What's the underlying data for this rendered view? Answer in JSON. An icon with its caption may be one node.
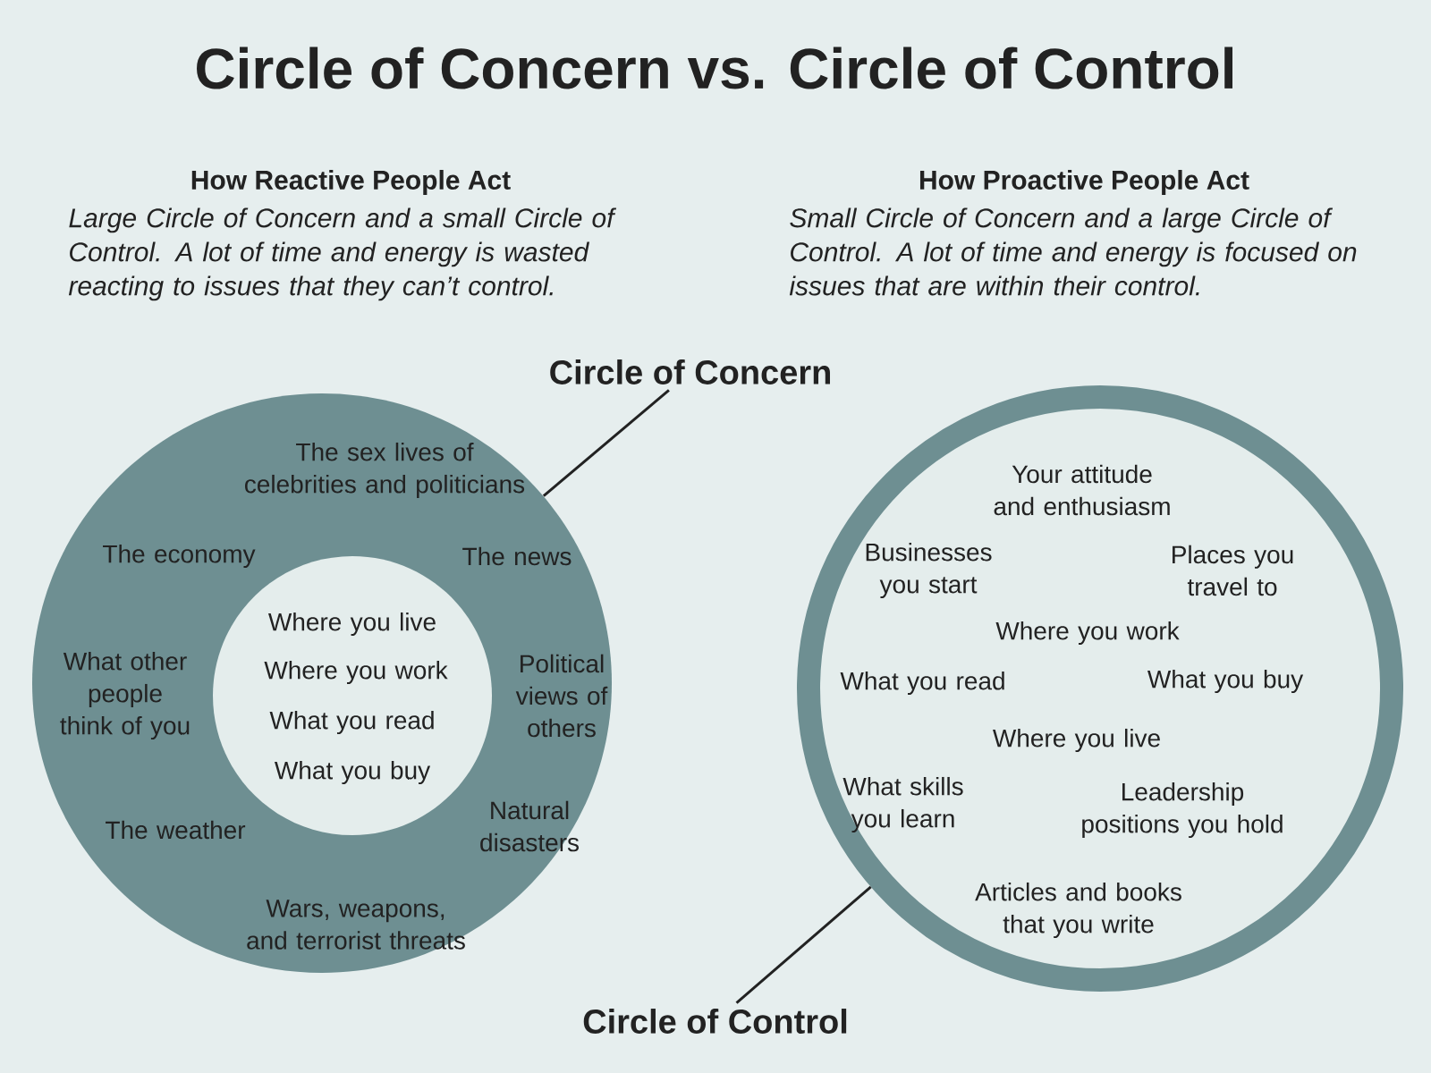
{
  "diagram": {
    "title": "Circle of Concern vs. Circle of Control",
    "nodes": [
      {
        "text": [
          "Circle of Concern"
        ]
      },
      {
        "text": [
          "The sex lives of celebrities and politicians",
          "The economy",
          "The news",
          "What other people think of you",
          "Political views of others",
          "The weather",
          "Natural disasters",
          "Wars, weapons, and terrorist threats"
        ]
      },
      {
        "text": [
          "Where you live",
          "Where you work",
          "What you read",
          "What you buy"
        ],
        "in": 1
      },
      {
        "text": [
          "Your attitude and enthusiasm",
          "Businesses you start",
          "Places you travel to",
          "Where you work",
          "What you read",
          "What you buy",
          "Where you live",
          "What skills you learn",
          "Leadership positions you hold",
          "Articles and books that you write"
        ]
      },
      {
        "text": [
          "Circle of Control"
        ]
      }
    ],
    "edges": [
      {
        "from": 0,
        "to": 1,
        "arrow": "none"
      },
      {
        "from": 4,
        "to": 3,
        "arrow": "none"
      }
    ],
    "labels": [
      "How Reactive People Act",
      "Large Circle of Concern and a small Circle of Control. A lot of time and energy is wasted reacting to issues that they can’t control.",
      "How Proactive People Act",
      "Small Circle of Concern and a large Circle of Control. A lot of time and energy is focused on issues that are within their control."
    ]
  }
}
